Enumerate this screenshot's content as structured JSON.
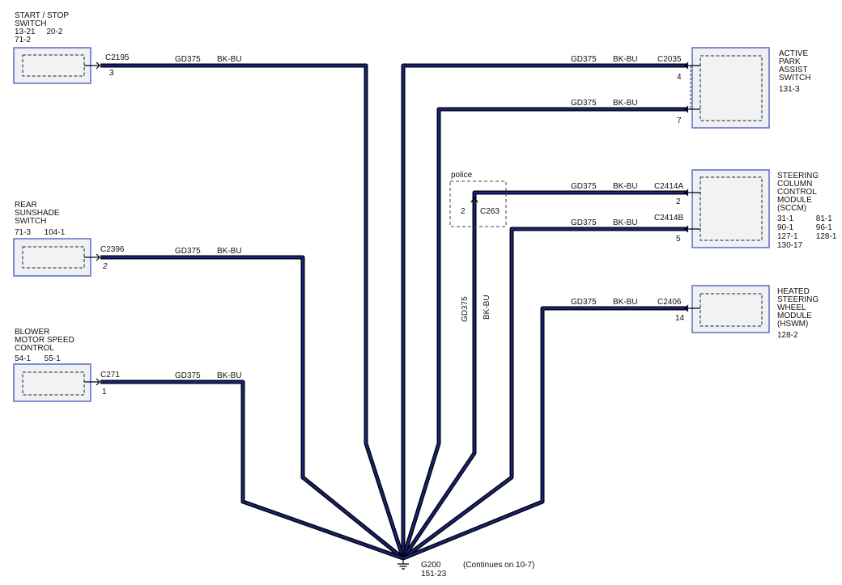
{
  "components": {
    "start_stop_switch": {
      "name_lines": [
        "START / STOP",
        "SWITCH"
      ],
      "ref_lines": [
        "13-21     20-2",
        "71-2"
      ]
    },
    "rear_sunshade_switch": {
      "name_lines": [
        "REAR",
        "SUNSHADE",
        "SWITCH"
      ],
      "ref_lines": [
        "71-3      104-1"
      ]
    },
    "blower_motor_speed_control": {
      "name_lines": [
        "BLOWER",
        "MOTOR SPEED",
        "CONTROL"
      ],
      "ref_lines": [
        "54-1      55-1"
      ]
    },
    "active_park_assist_switch": {
      "name_lines": [
        "ACTIVE",
        "PARK",
        "ASSIST",
        "SWITCH"
      ],
      "ref_lines": [
        "131-3"
      ]
    },
    "sccm": {
      "name_lines": [
        "STEERING",
        "COLUMN",
        "CONTROL",
        "MODULE",
        "(SCCM)"
      ],
      "ref_lines": [
        "31-1          81-1",
        "90-1          96-1",
        "127-1        128-1",
        "130-17"
      ]
    },
    "hswm": {
      "name_lines": [
        "HEATED",
        "STEERING",
        "WHEEL",
        "MODULE",
        "(HSWM)"
      ],
      "ref_lines": [
        "128-2"
      ]
    }
  },
  "connectors": {
    "c2195": {
      "id": "C2195",
      "pin": "3"
    },
    "c2396": {
      "id": "C2396",
      "pin": "2"
    },
    "c271": {
      "id": "C271",
      "pin": "1"
    },
    "c2035_4": {
      "id": "C2035",
      "pin": "4"
    },
    "c2035_7": {
      "pin": "7"
    },
    "c2414a": {
      "id": "C2414A",
      "pin": "2"
    },
    "c2414b": {
      "id": "C2414B",
      "pin": "5"
    },
    "c2406": {
      "id": "C2406",
      "pin": "14"
    },
    "c263": {
      "id": "C263",
      "pin": "2"
    }
  },
  "wire": {
    "circuit": "GD375",
    "color": "BK-BU"
  },
  "police_option": "police",
  "ground": {
    "id": "G200",
    "ref": "151-23",
    "note": "(Continues on 10-7)"
  }
}
